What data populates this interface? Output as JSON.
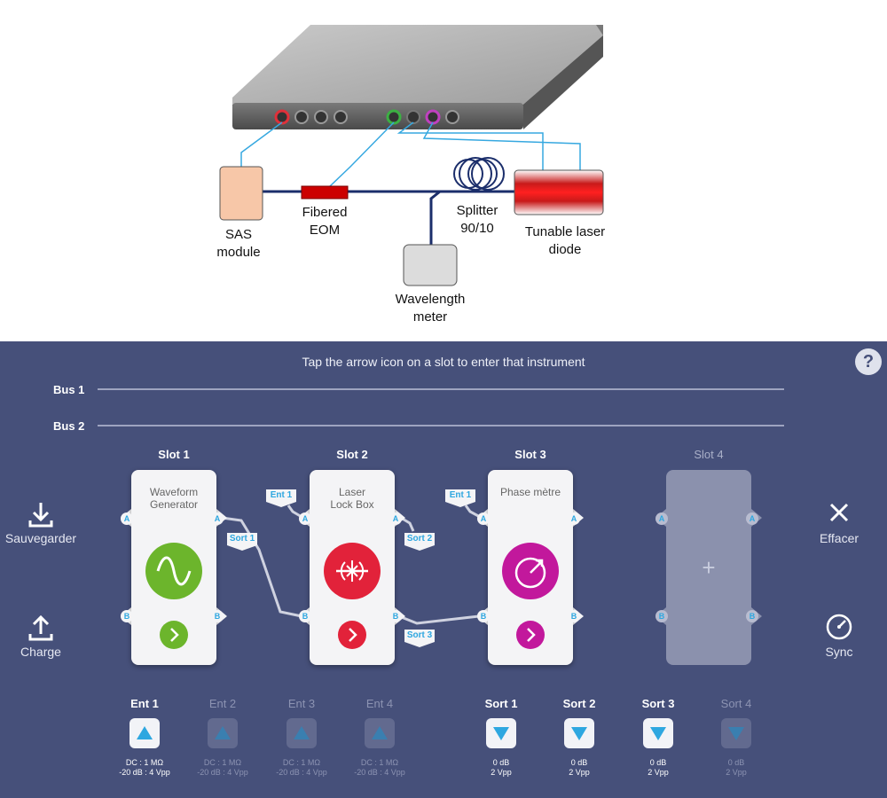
{
  "diagram": {
    "labels": {
      "sas": "SAS\nmodule",
      "eom": "Fibered\nEOM",
      "splitter": "Splitter\n90/10",
      "laser": "Tunable laser\ndiode",
      "wavemeter": "Wavelength\nmeter"
    }
  },
  "app": {
    "hint": "Tap the arrow icon on a slot to enter that instrument",
    "help": "?",
    "buses": [
      "Bus 1",
      "Bus 2"
    ],
    "slots": [
      {
        "title": "Slot 1",
        "name": "Waveform\nGenerator",
        "color": "#6cb52c"
      },
      {
        "title": "Slot 2",
        "name": "Laser\nLock Box",
        "color": "#e2223a"
      },
      {
        "title": "Slot 3",
        "name": "Phase mètre",
        "color": "#c2189c"
      },
      {
        "title": "Slot 4",
        "name": "",
        "plus": "+"
      }
    ],
    "ports": {
      "a": "A",
      "b": "B"
    },
    "tags": {
      "ent1_slot2": "Ent 1",
      "ent1_slot3": "Ent 1",
      "sort1": "Sort 1",
      "sort2": "Sort 2",
      "sort3": "Sort 3"
    },
    "left_actions": [
      "Sauvegarder",
      "Charge"
    ],
    "right_actions": [
      "Effacer",
      "Sync"
    ],
    "inputs": [
      {
        "label": "Ent 1",
        "spec": "DC : 1 MΩ\n-20 dB : 4 Vpp",
        "active": true
      },
      {
        "label": "Ent 2",
        "spec": "DC : 1 MΩ\n-20 dB : 4 Vpp",
        "active": false
      },
      {
        "label": "Ent 3",
        "spec": "DC : 1 MΩ\n-20 dB : 4 Vpp",
        "active": false
      },
      {
        "label": "Ent 4",
        "spec": "DC : 1 MΩ\n-20 dB : 4 Vpp",
        "active": false
      }
    ],
    "outputs": [
      {
        "label": "Sort 1",
        "spec": "0 dB\n2 Vpp",
        "active": true
      },
      {
        "label": "Sort 2",
        "spec": "0 dB\n2 Vpp",
        "active": true
      },
      {
        "label": "Sort 3",
        "spec": "0 dB\n2 Vpp",
        "active": true
      },
      {
        "label": "Sort 4",
        "spec": "0 dB\n2 Vpp",
        "active": false
      }
    ],
    "colors": {
      "background": "#46507a",
      "accent": "#2ea7e0",
      "card": "#f4f4f6"
    }
  }
}
